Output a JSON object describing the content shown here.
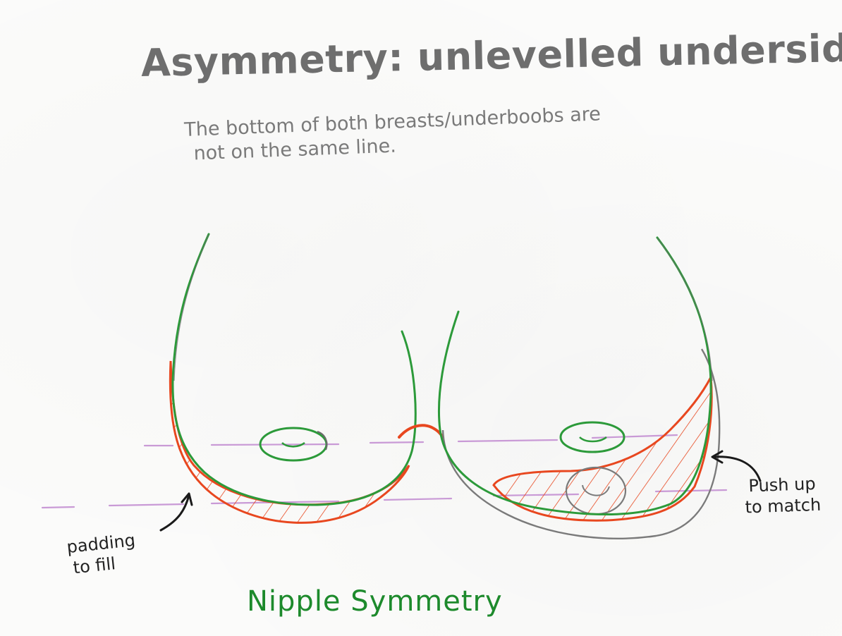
{
  "title": "Asymmetry: unlevelled underside",
  "subtitle": {
    "line1": "The bottom of both breasts/underboobs are",
    "line2": "not on the same line."
  },
  "annotations": {
    "left": {
      "line1": "padding",
      "line2": "to fill"
    },
    "right": {
      "line1": "Push up",
      "line2": "to match"
    }
  },
  "footer": "Nipple Symmetry",
  "colors": {
    "outline": "#2c9a3a",
    "padding": "#e8471f",
    "guide": "#c99ad6",
    "pencil": "#7a7a7a"
  }
}
